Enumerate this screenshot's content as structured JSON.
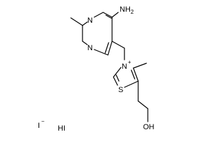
{
  "molecule": {
    "atoms": {
      "nh2": "NH",
      "nh2_sub": "2",
      "n_top": "N",
      "n_left": "N",
      "n_plus": "N",
      "charge_plus": "+",
      "s": "S",
      "oh": "OH"
    },
    "counterions": {
      "iodide": "I",
      "iodide_charge": "−",
      "hi": "HI"
    }
  }
}
